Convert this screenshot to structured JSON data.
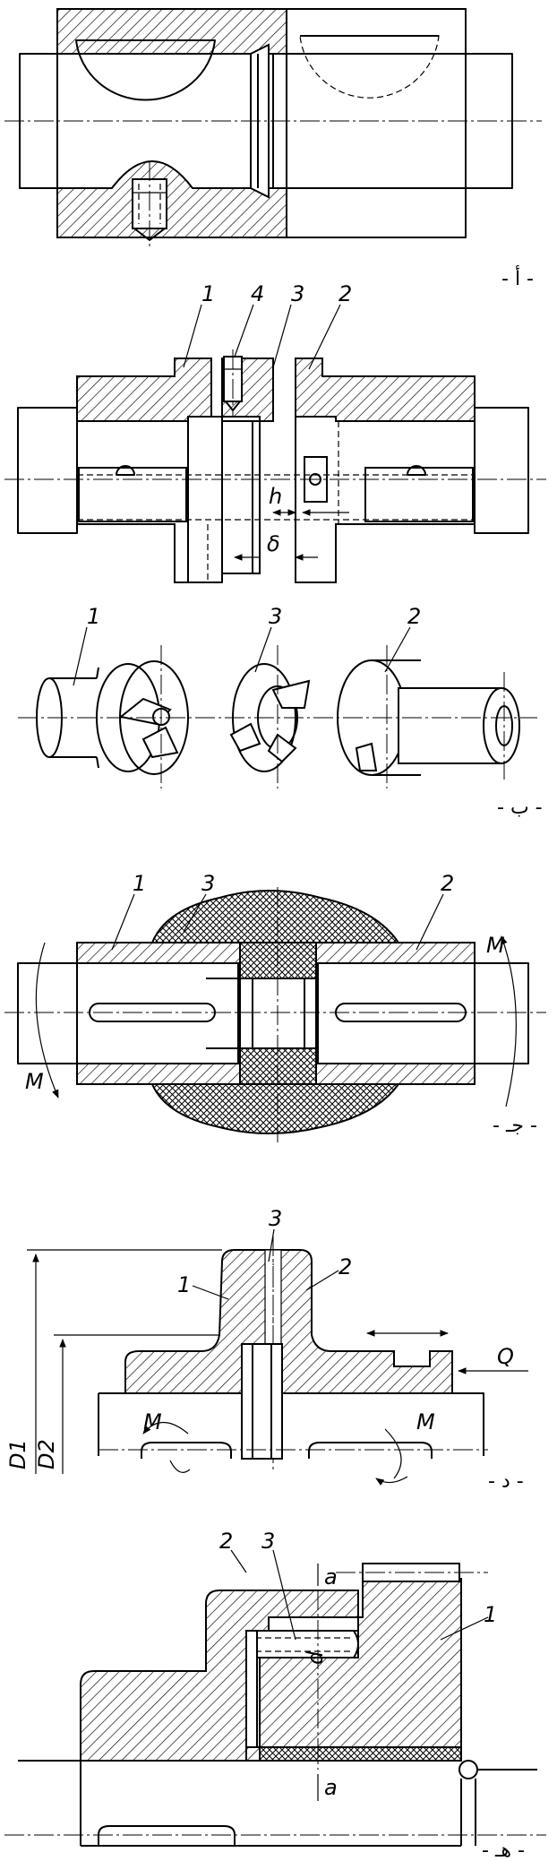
{
  "figures": {
    "a": {
      "caption": "- أ -"
    },
    "b": {
      "caption": "- ب -",
      "labels": [
        "1",
        "4",
        "3",
        "2",
        "1",
        "3",
        "2"
      ],
      "dim_h": "h",
      "dim_delta": "δ"
    },
    "c": {
      "caption": "- جـ -",
      "labels": [
        "1",
        "3",
        "2"
      ],
      "moment_left": "M",
      "moment_right": "M"
    },
    "d": {
      "caption": "- د -",
      "labels": [
        "3",
        "1",
        "2"
      ],
      "dim_d1": "D1",
      "dim_d2": "D2",
      "force": "Q",
      "moment_left": "M",
      "moment_right": "M"
    },
    "e": {
      "caption": "- هـ -",
      "labels": [
        "2",
        "3",
        "1"
      ],
      "section_top": "a",
      "section_bottom": "a",
      "dim_d": "d"
    }
  }
}
